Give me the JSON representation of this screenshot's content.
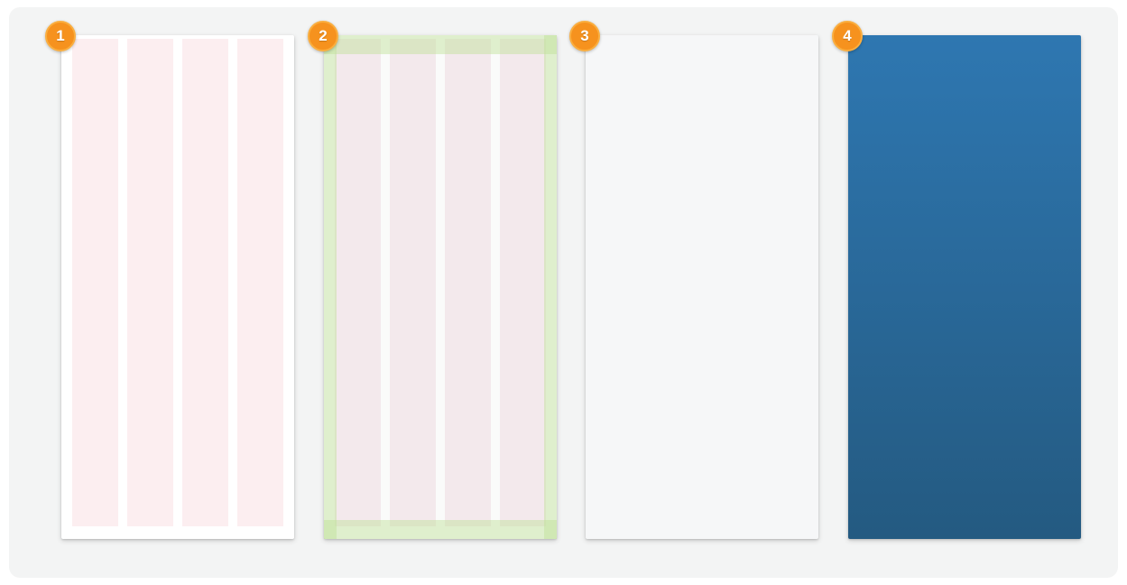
{
  "panels": [
    {
      "badge": "1"
    },
    {
      "badge": "2"
    },
    {
      "badge": "3"
    },
    {
      "badge": "4"
    }
  ],
  "colors": {
    "canvas_bg": "#FFFFFF",
    "frame_bg": "#F3F4F4",
    "badge_fill": "#F6921E",
    "badge_ring": "#FAAE3F",
    "badge_text": "#FFFFFF",
    "card1_bg": "#FFFFFF",
    "card1_column": "#FCEEF0",
    "card2_bg": "#FAFBFA",
    "card2_column": "#F3E9EC",
    "green_overlay": "rgba(190,225,150,0.45)",
    "card3_bg": "#F6F7F8",
    "card4_top": "#2E77B1",
    "card4_bottom": "#245A81"
  }
}
